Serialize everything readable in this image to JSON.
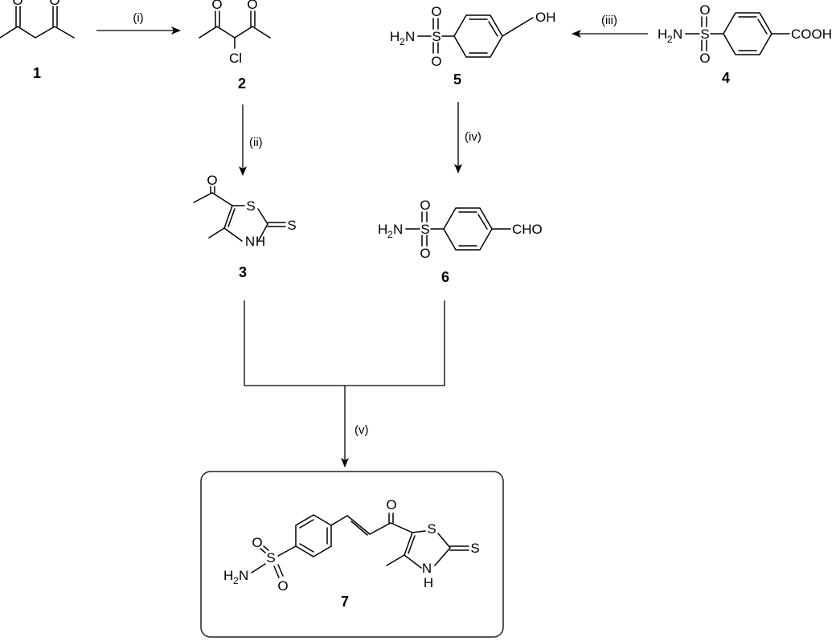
{
  "compounds": [
    {
      "id": "1"
    },
    {
      "id": "2",
      "atoms": {
        "o_left": "O",
        "o_right": "O",
        "cl": "Cl"
      }
    },
    {
      "id": "3",
      "atoms": {
        "o": "O",
        "s_ring": "S",
        "s_exo": "S",
        "nh_n": "N",
        "nh_h": "H"
      }
    },
    {
      "id": "4",
      "atoms": {
        "amine_h": "H",
        "amine_sub": "2",
        "amine_n": "N",
        "s": "S",
        "o_top": "O",
        "o_bottom": "O",
        "acid": "COOH"
      }
    },
    {
      "id": "5",
      "atoms": {
        "amine_h": "H",
        "amine_sub": "2",
        "amine_n": "N",
        "s": "S",
        "o_top": "O",
        "o_bottom": "O",
        "oh": "OH"
      }
    },
    {
      "id": "6",
      "atoms": {
        "amine_h": "H",
        "amine_sub": "2",
        "amine_n": "N",
        "s": "S",
        "o_top": "O",
        "o_bottom": "O",
        "aldehyde": "CHO"
      }
    },
    {
      "id": "7",
      "atoms": {
        "amine_h": "H",
        "amine_sub": "2",
        "amine_n": "N",
        "s": "S",
        "o_top": "O",
        "o_bottom": "O",
        "o_keto": "O",
        "s_ring": "S",
        "s_exo": "S",
        "nh_n": "N",
        "nh_h": "H"
      }
    }
  ],
  "conditions": [
    "(i)",
    "(ii)",
    "(iii)",
    "(iv)",
    "(v)"
  ]
}
